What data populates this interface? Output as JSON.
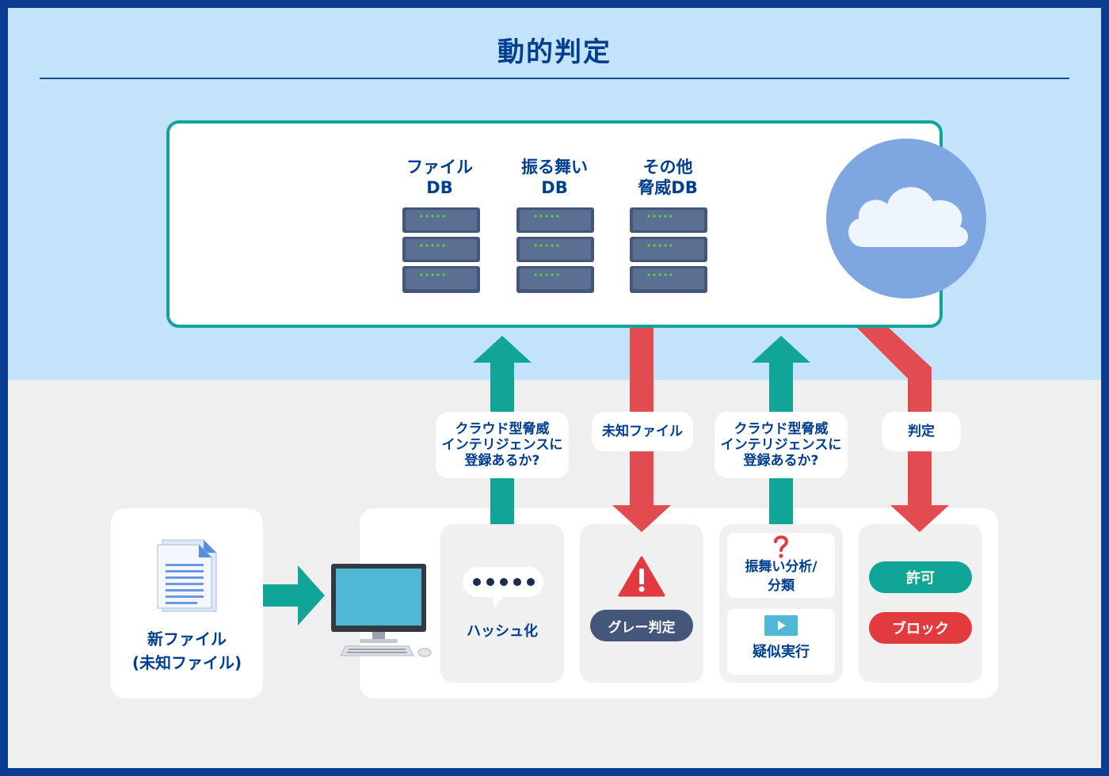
{
  "header": {
    "title": "動的判定"
  },
  "databases": [
    {
      "label": "ファイル\nDB"
    },
    {
      "label": "振る舞い\nDB"
    },
    {
      "label": "その他\n脅威DB"
    }
  ],
  "new_file": {
    "label": "新ファイル\n(未知ファイル)"
  },
  "bubbles": {
    "query_hash": "クラウド型脅威\nインテリジェンスに\n登録あるか?",
    "unknown_file": "未知ファイル",
    "query_behavior": "クラウド型脅威\nインテリジェンスに\n登録あるか?",
    "verdict": "判定"
  },
  "steps": {
    "hash": {
      "label": "ハッシュ化"
    },
    "gray": {
      "label": "グレー判定"
    },
    "behavior_analysis": {
      "label": "振舞い分析/\n分類"
    },
    "emulation": {
      "label": "疑似実行"
    },
    "allow": {
      "label": "許可"
    },
    "block": {
      "label": "ブロック"
    }
  },
  "colors": {
    "teal": "#10a596",
    "red": "#e24b4f",
    "navy": "#003f8f",
    "gray_pill": "#44577a",
    "cloud": "#7ea6e0"
  }
}
